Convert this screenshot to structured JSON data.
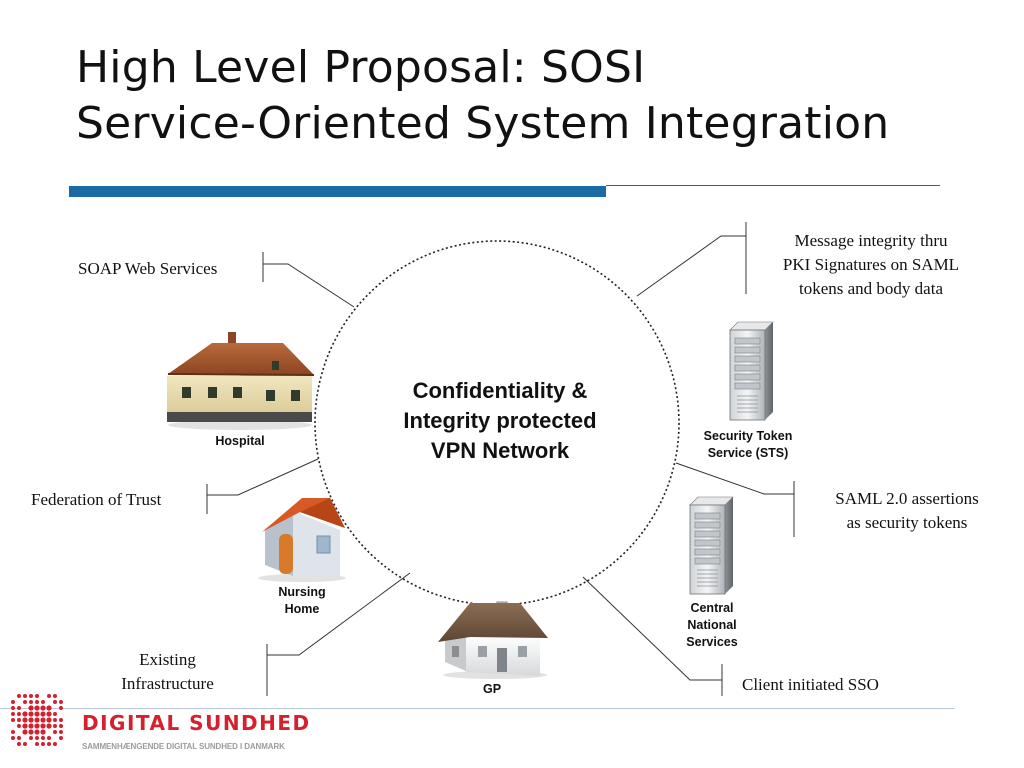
{
  "title": {
    "line1": "High Level Proposal: SOSI",
    "line2": "Service-Oriented System Integration"
  },
  "colors": {
    "accent_blue": "#1a6aa6",
    "brand_red": "#d5202e",
    "brand_gray": "#9b9b9b"
  },
  "network": {
    "line1": "Confidentiality &",
    "line2": "Integrity protected",
    "line3": "VPN Network"
  },
  "callouts": {
    "soap": "SOAP Web Services",
    "federation": "Federation of Trust",
    "existing_line1": "Existing",
    "existing_line2": "Infrastructure",
    "message_line1": "Message integrity thru",
    "message_line2": "PKI Signatures on SAML",
    "message_line3": "tokens and body data",
    "saml_line1": "SAML 2.0 assertions",
    "saml_line2": "as security tokens",
    "sso": "Client initiated SSO"
  },
  "nodes": {
    "hospital": "Hospital",
    "nursing_line1": "Nursing",
    "nursing_line2": "Home",
    "gp": "GP",
    "sts_line1": "Security Token",
    "sts_line2": "Service (STS)",
    "central_line1": "Central",
    "central_line2": "National",
    "central_line3": "Services"
  },
  "icons": [
    "hospital-building-icon",
    "nursing-home-icon",
    "gp-house-icon",
    "sts-server-icon",
    "central-server-icon",
    "digital-sundhed-logo"
  ],
  "footer": {
    "brand": "DIGITAL SUNDHED",
    "tagline": "SAMMENHÆNGENDE DIGITAL SUNDHED I DANMARK"
  }
}
